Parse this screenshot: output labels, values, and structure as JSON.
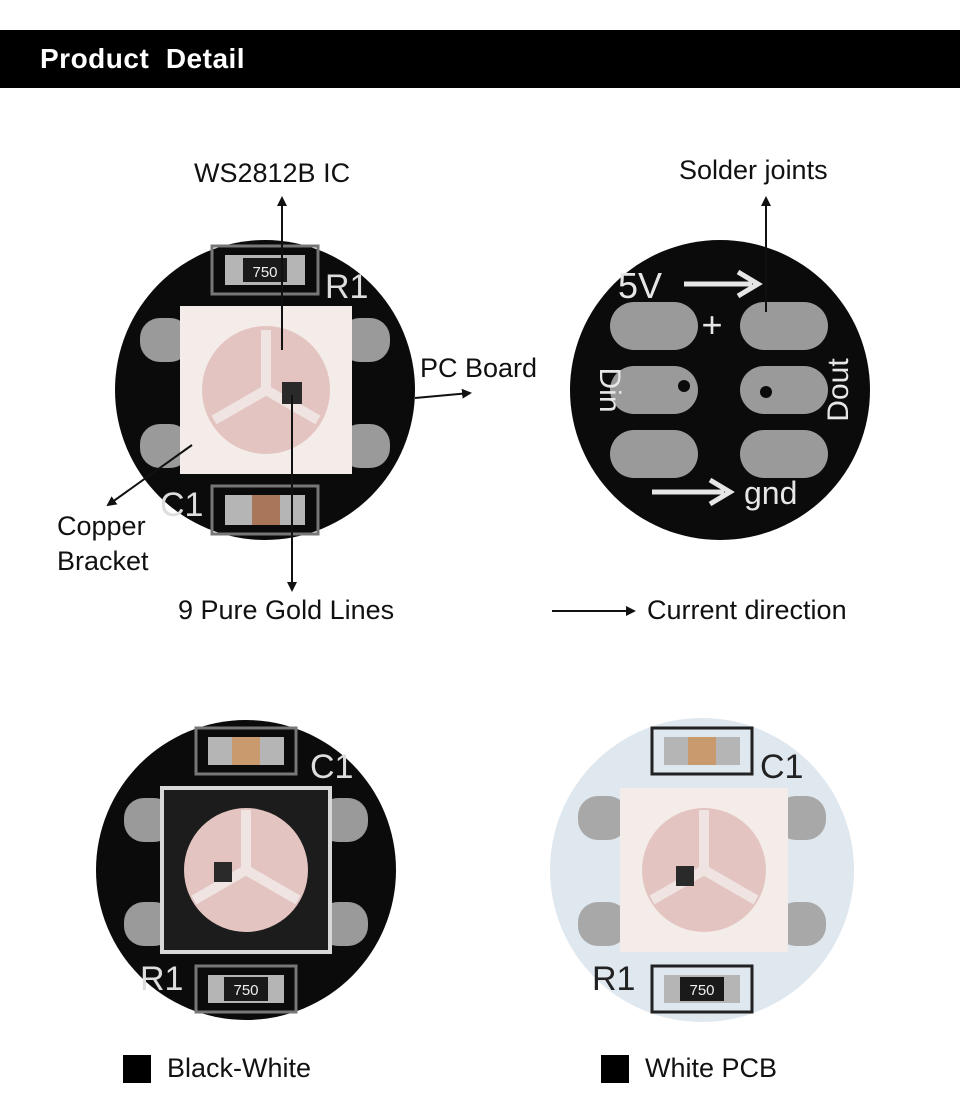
{
  "header": {
    "title": "Product  Detail"
  },
  "labels": {
    "ic": "WS2812B IC",
    "solder": "Solder joints",
    "pc_board": "PC Board",
    "copper_line1": "Copper",
    "copper_line2": "Bracket",
    "gold": "9 Pure Gold Lines",
    "current": "Current direction"
  },
  "pcb_text": {
    "resistor": "750",
    "r1": "R1",
    "c1": "C1",
    "v5": "5V",
    "plus": "+",
    "din": "Din",
    "dout": "Dout",
    "gnd": "gnd"
  },
  "legend": [
    {
      "label": "Black-White"
    },
    {
      "label": "White PCB"
    }
  ],
  "colors": {
    "black_pcb": "#0b0b0b",
    "white_pcb": "#dfe7ef",
    "pad": "#9a9a9a",
    "led_body": "#f4ece9",
    "led_lens": "#e3c4c0",
    "capacitor": "#a9765a",
    "banner": "#000000"
  }
}
